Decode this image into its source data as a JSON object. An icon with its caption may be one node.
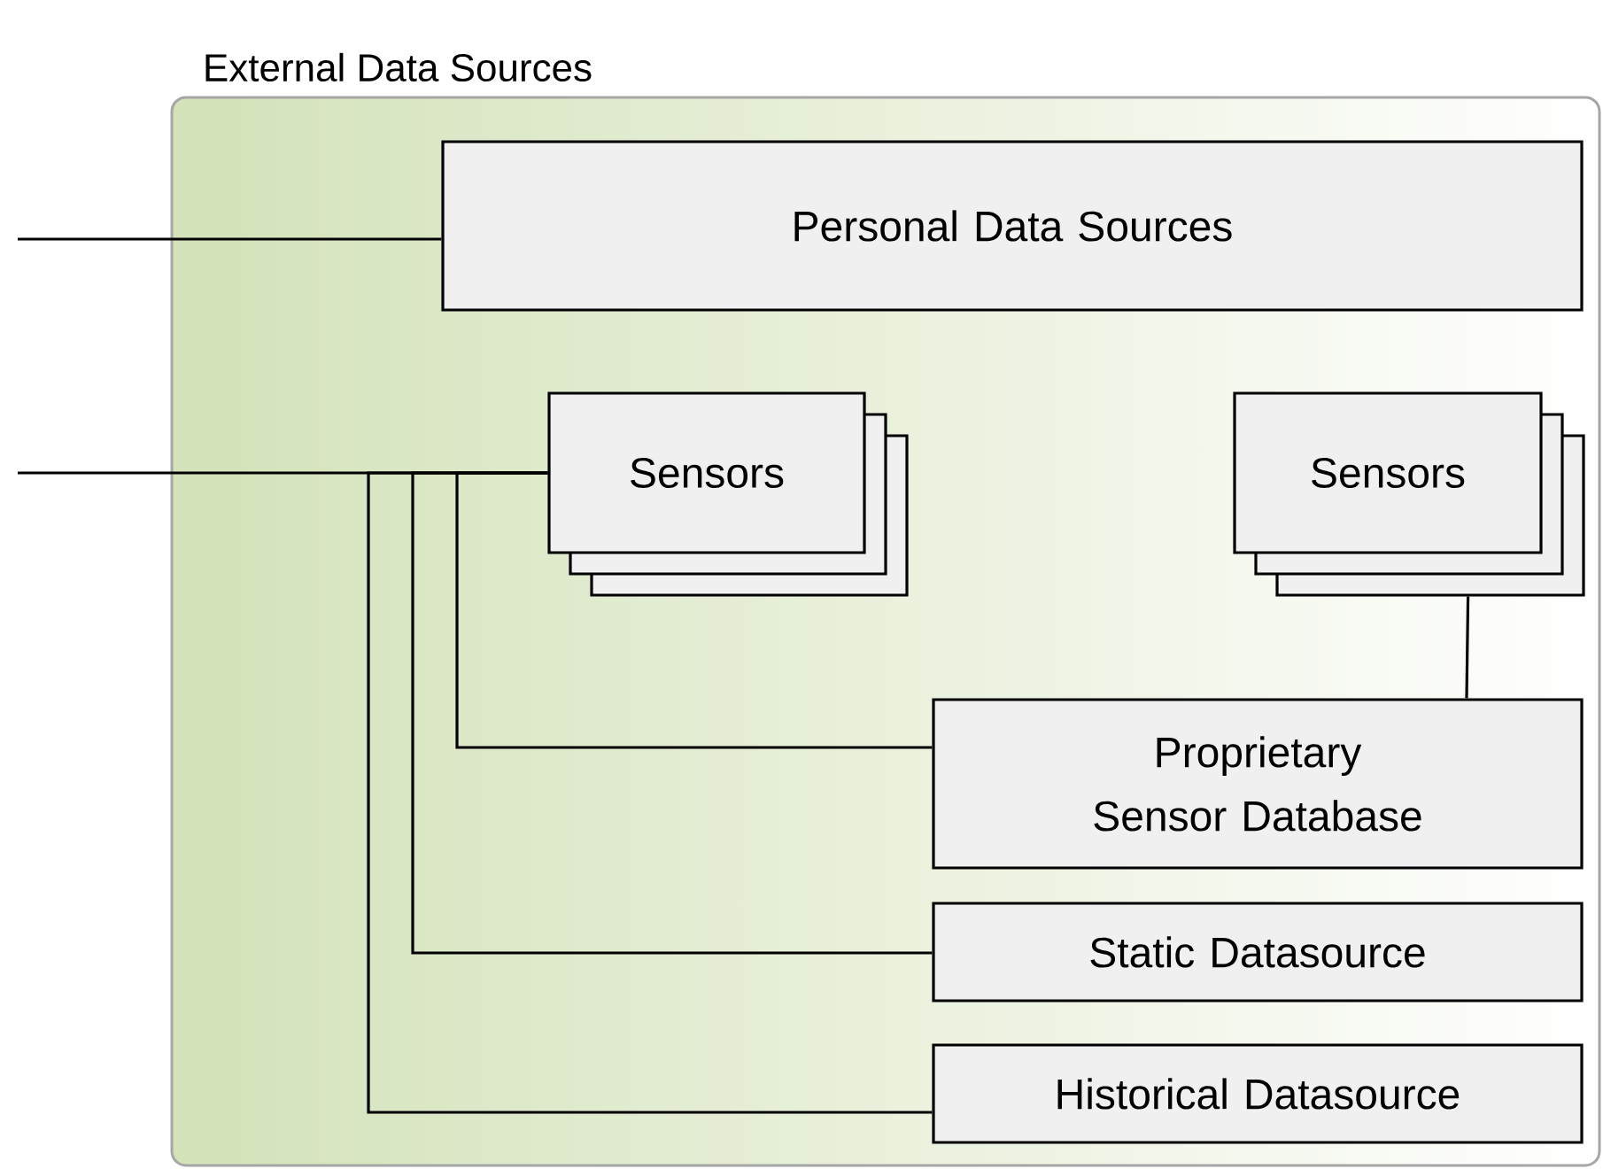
{
  "diagram": {
    "nodes": [
      {
        "text": [
          "External Data Sources"
        ]
      },
      {
        "text": [
          "Personal Data Sources"
        ],
        "in": 0
      },
      {
        "text": [
          "Sensors"
        ],
        "in": 0
      },
      {
        "text": [
          "Sensors"
        ],
        "in": 0
      },
      {
        "text": [
          "Proprietary Sensor Database"
        ],
        "in": 0
      },
      {
        "text": [
          "Static Datasource"
        ],
        "in": 0
      },
      {
        "text": [
          "Historical Datasource"
        ],
        "in": 0
      }
    ],
    "edges": [
      {
        "from": null,
        "to": 1,
        "arrow": "none"
      },
      {
        "from": null,
        "to": 2,
        "arrow": "none"
      },
      {
        "from": 2,
        "to": 4,
        "arrow": "none"
      },
      {
        "from": 2,
        "to": 5,
        "arrow": "none"
      },
      {
        "from": 2,
        "to": 6,
        "arrow": "none"
      },
      {
        "from": 3,
        "to": 4,
        "arrow": "none"
      }
    ]
  }
}
